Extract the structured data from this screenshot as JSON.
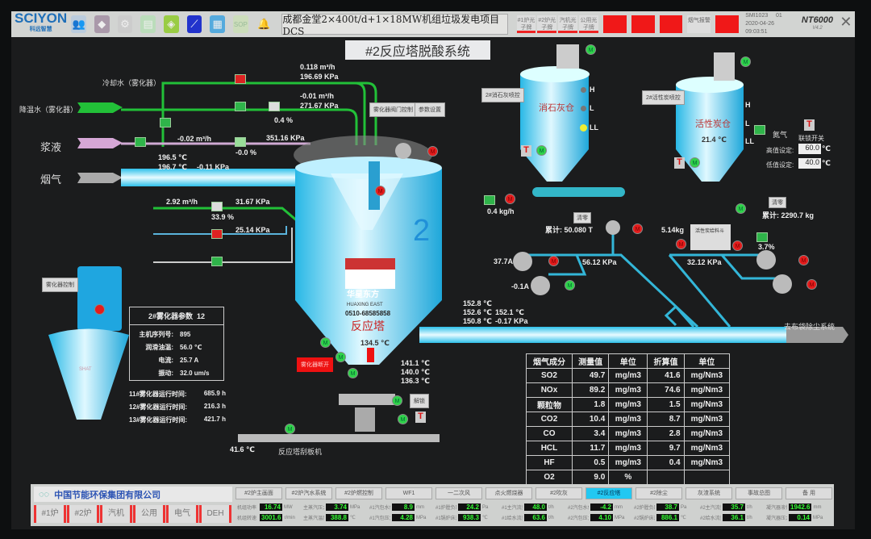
{
  "header": {
    "logo": "SCIYON",
    "logo_sub": "科远智慧",
    "title": "成都金堂2×400t/d+1×18MW机组垃圾发电项目DCS",
    "toolbar_icons": [
      "users-icon",
      "config-icon",
      "maintenance-icon",
      "monitor-icon",
      "tools-icon",
      "trend-icon",
      "report-icon",
      "sop-icon",
      "alarm-bell-icon"
    ],
    "status_buttons": [
      "#1炉光子牌",
      "#2炉光子牌",
      "汽机光子牌",
      "公用光子牌"
    ],
    "alarm_button": "烟气报警",
    "station": "SMI1023",
    "station_no": "01",
    "datetime": "2020-04-26 09:03:51",
    "product": "NT6000",
    "version": "V4.2"
  },
  "page_title": "#2反应塔脱酸系统",
  "left": {
    "cooling_water": "冷却水（雾化器）",
    "temp_water": "降温水（雾化器）",
    "slurry": "浆液",
    "flue_gas": "烟气",
    "cw_flow": "0.118 m³/h",
    "cw_press": "196.69 KPa",
    "tw_flow": "-0.01 m³/h",
    "tw_press": "271.67 KPa",
    "tw_valve": "0.4 %",
    "slurry_flow": "-0.02 m³/h",
    "slurry_press": "351.16 KPa",
    "slurry_valve": "-0.0 %",
    "gas_t1": "196.5 ℃",
    "gas_t2": "196.7 ℃",
    "gas_p": "-0.11 KPa",
    "l2_flow": "2.92 m³/h",
    "l2_press": "31.67 KPa",
    "l2_valve": "33.9 %",
    "l3_press": "25.14 KPa",
    "btn_atomizer_valve": "雾化器阀门控制",
    "btn_params": "参数设置"
  },
  "atomizer": {
    "control_btn": "雾化器控制",
    "title": "2#雾化器参数",
    "id": "12",
    "rows": [
      {
        "k": "主机序列号:",
        "v": "895"
      },
      {
        "k": "润滑油温:",
        "v": "56.0 ℃"
      },
      {
        "k": "电流:",
        "v": "25.7 A"
      },
      {
        "k": "振动:",
        "v": "32.0 um/s"
      }
    ],
    "runtimes": [
      {
        "k": "11#雾化器运行时间:",
        "v": "685.9 h"
      },
      {
        "k": "12#雾化器运行时间:",
        "v": "216.3 h"
      },
      {
        "k": "13#雾化器运行时间:",
        "v": "421.7 h"
      }
    ],
    "body_label": "SHAT"
  },
  "tower": {
    "number": "2",
    "brand_cn": "华星东方",
    "brand_en": "HUAXING EAST",
    "phone": "0510-68585858",
    "name": "反应塔",
    "bottom_temp": "134.5 ℃",
    "cone_temps": [
      "141.1 ℃",
      "140.0 ℃",
      "136.3 ℃"
    ],
    "outlet_temps": [
      "152.8 ℃",
      "152.6 ℃",
      "150.8 ℃"
    ],
    "outlet_temp2": "152.1 ℃",
    "outlet_press": "-0.17 KPa",
    "red_btn": "雾化器断开",
    "scraper_temp": "41.6 ℃",
    "scraper": "反应塔刮板机",
    "outlet_dest": "去布袋除尘系统",
    "lock_label": "解锁"
  },
  "lime": {
    "btn": "2#消石灰喷控",
    "silo": "消石灰仓",
    "levels": [
      "H",
      "L",
      "LL"
    ],
    "rate": "0.4 kg/h",
    "reset": "清零",
    "total_label": "累计:",
    "total": "50.080 T"
  },
  "carbon": {
    "btn": "2#活性炭喷控",
    "silo": "活性炭仓",
    "temp": "21.4 ℃",
    "levels": [
      "H",
      "L",
      "LL"
    ],
    "nitrogen": "氮气",
    "interlock": "联锁开关",
    "high_label": "高值设定:",
    "high": "60.0",
    "low_label": "低值设定:",
    "low": "40.0",
    "unit": "℃",
    "reset": "清零",
    "total_label": "累计:",
    "total": "2290.7 kg",
    "weight": "5.14kg",
    "feeder": "活性炭给料斗",
    "valve": "3.7%"
  },
  "blowers": {
    "a1": "37.7A",
    "a2": "-0.1A",
    "p1": "56.12 KPa",
    "p2": "32.12 KPa"
  },
  "gas_table": {
    "headers": [
      "烟气成分",
      "测量值",
      "单位",
      "折算值",
      "单位"
    ],
    "rows": [
      [
        "SO2",
        "49.7",
        "mg/m3",
        "41.6",
        "mg/Nm3"
      ],
      [
        "NOx",
        "89.2",
        "mg/m3",
        "74.6",
        "mg/Nm3"
      ],
      [
        "颗粒物",
        "1.8",
        "mg/m3",
        "1.5",
        "mg/Nm3"
      ],
      [
        "CO2",
        "10.4",
        "mg/m3",
        "8.7",
        "mg/Nm3"
      ],
      [
        "CO",
        "3.4",
        "mg/m3",
        "2.8",
        "mg/Nm3"
      ],
      [
        "HCL",
        "11.7",
        "mg/m3",
        "9.7",
        "mg/Nm3"
      ],
      [
        "HF",
        "0.5",
        "mg/m3",
        "0.4",
        "mg/Nm3"
      ],
      [
        "O2",
        "9.0",
        "%",
        "",
        ""
      ]
    ]
  },
  "footer": {
    "company": "中国节能环保集团有限公司",
    "units": [
      "#1炉",
      "#2炉",
      "汽机",
      "公用",
      "电气",
      "DEH"
    ],
    "tabs": [
      "#2炉主画面",
      "#2炉汽水系统",
      "#2炉燃控制",
      "WF1",
      "一二次风",
      "点火燃烧器",
      "#2吹灰",
      "#2反应塔",
      "#2除尘",
      "灰渣系统",
      "事故总图",
      "备 用"
    ],
    "active_tab": "#2反应塔",
    "readouts": [
      [
        {
          "k": "机组功率",
          "v": "16.74",
          "u": "MW"
        },
        {
          "k": "主蒸汽压力",
          "v": "3.74",
          "u": "MPa"
        },
        {
          "k": "#1汽包水位",
          "v": "8.9",
          "u": "mm"
        },
        {
          "k": "#1炉膛负压",
          "v": "24.2",
          "u": "Pa"
        },
        {
          "k": "#1主汽流量",
          "v": "48.0",
          "u": "t/h"
        },
        {
          "k": "#2汽包水位",
          "v": "-4.2",
          "u": "mm"
        },
        {
          "k": "#2炉膛负压",
          "v": "38.7",
          "u": "Pa"
        },
        {
          "k": "#2主汽流量",
          "v": "35.7",
          "u": "t/h"
        },
        {
          "k": "凝汽器液位",
          "v": "1942.6",
          "u": "mm"
        }
      ],
      [
        {
          "k": "机组转速",
          "v": "3001.6",
          "u": "r/min"
        },
        {
          "k": "主蒸汽温度",
          "v": "388.8",
          "u": "℃"
        },
        {
          "k": "#1汽包压力",
          "v": "4.28",
          "u": "MPa"
        },
        {
          "k": "#1锅炉床温",
          "v": "938.3",
          "u": "℃"
        },
        {
          "k": "#1给水流量",
          "v": "63.6",
          "u": "t/h"
        },
        {
          "k": "#2汽包压力",
          "v": "4.10",
          "u": "MPa"
        },
        {
          "k": "#2锅炉床温",
          "v": "886.1",
          "u": "℃"
        },
        {
          "k": "#2给水流量",
          "v": "36.1",
          "u": "t/h"
        },
        {
          "k": "凝汽器压力",
          "v": "0.14",
          "u": "MPa"
        }
      ]
    ]
  }
}
